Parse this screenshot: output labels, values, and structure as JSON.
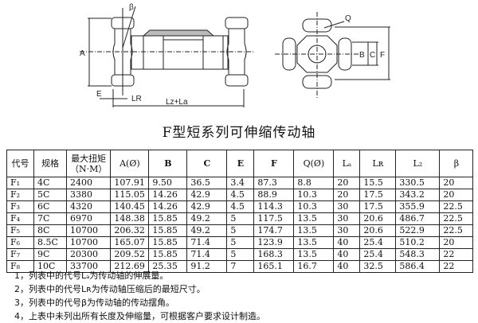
{
  "drawing": {
    "side_labels": {
      "beta": "β",
      "A": "A",
      "E": "E",
      "LR": "LR",
      "Lz_La": "Lz+La"
    },
    "end_labels": {
      "Q": "Q",
      "B": "B",
      "C": "C",
      "F": "F"
    }
  },
  "title": "F型短系列可伸缩传动轴",
  "table": {
    "headers": [
      "代号",
      "规格",
      "最大扭矩\n（N·M）",
      "A(Ø)",
      "B",
      "C",
      "E",
      "F",
      "Q(Ø)",
      "Lₐ",
      "Lʀ",
      "L₂",
      "β"
    ],
    "rows": [
      [
        "F₁",
        "4C",
        "2400",
        "107.91",
        "9.50",
        "36.5",
        "3.4",
        "87.3",
        "8.8",
        "20",
        "15.5",
        "330.5",
        "20"
      ],
      [
        "F₂",
        "5C",
        "3380",
        "115.05",
        "14.26",
        "42.9",
        "4.5",
        "88.9",
        "10.3",
        "20",
        "17.5",
        "343.2",
        "20"
      ],
      [
        "F₃",
        "6C",
        "4320",
        "140.45",
        "14.26",
        "42.9",
        "4.5",
        "114.3",
        "10.3",
        "30",
        "17.5",
        "355.9",
        "22.5"
      ],
      [
        "F₄",
        "7C",
        "6970",
        "148.38",
        "15.85",
        "49.2",
        "5",
        "117.5",
        "13.5",
        "30",
        "20.6",
        "486.7",
        "22.5"
      ],
      [
        "F₅",
        "8C",
        "10700",
        "206.32",
        "15.85",
        "49.2",
        "5",
        "174.7",
        "13.5",
        "30",
        "20.6",
        "522.9",
        "22.5"
      ],
      [
        "F₆",
        "8.5C",
        "10700",
        "165.07",
        "15.85",
        "71.4",
        "5",
        "123.9",
        "13.5",
        "40",
        "25.4",
        "510.2",
        "20"
      ],
      [
        "F₇",
        "9C",
        "20300",
        "209.52",
        "15.85",
        "71.4",
        "5",
        "168.3",
        "13.5",
        "40",
        "25.4",
        "548.3",
        "22"
      ],
      [
        "F₈",
        "10C",
        "33700",
        "212.69",
        "25.35",
        "91.2",
        "7",
        "165.1",
        "16.7",
        "40",
        "32.5",
        "586.4",
        "22"
      ]
    ]
  },
  "notes": [
    "1，列表中的代号Lₐ为传动轴的伸展量。",
    "2，列表中的代号Lʀ为传动轴压缩后的最短尺寸。",
    "3，列表中的代号β为传动轴的传动摆角。",
    "4，上表中未列出所有长度及伸缩量，可根据客户要求设计制造。"
  ]
}
